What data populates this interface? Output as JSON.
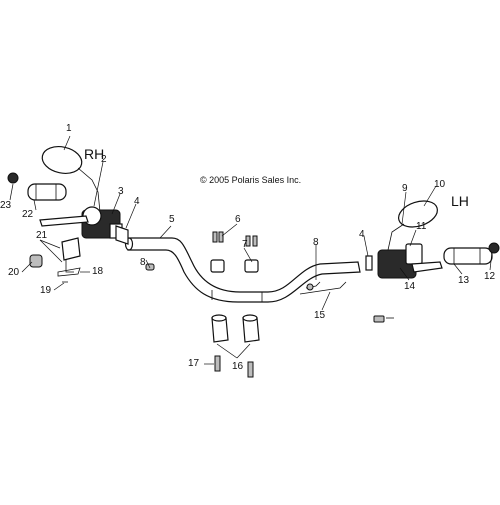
{
  "diagram": {
    "copyright": "© 2005 Polaris Sales Inc.",
    "side_labels": {
      "right": "RH",
      "left": "LH"
    },
    "callouts": {
      "c1": "1",
      "c2": "2",
      "c3": "3",
      "c4a": "4",
      "c4b": "4",
      "c5": "5",
      "c6": "6",
      "c7": "7",
      "c8a": "8",
      "c8b": "8",
      "c9": "9",
      "c10": "10",
      "c11": "11",
      "c12": "12",
      "c13": "13",
      "c14": "14",
      "c15": "15",
      "c16": "16",
      "c17": "17",
      "c18": "18",
      "c19": "19",
      "c20": "20",
      "c21": "21",
      "c22": "22",
      "c23": "23"
    }
  }
}
